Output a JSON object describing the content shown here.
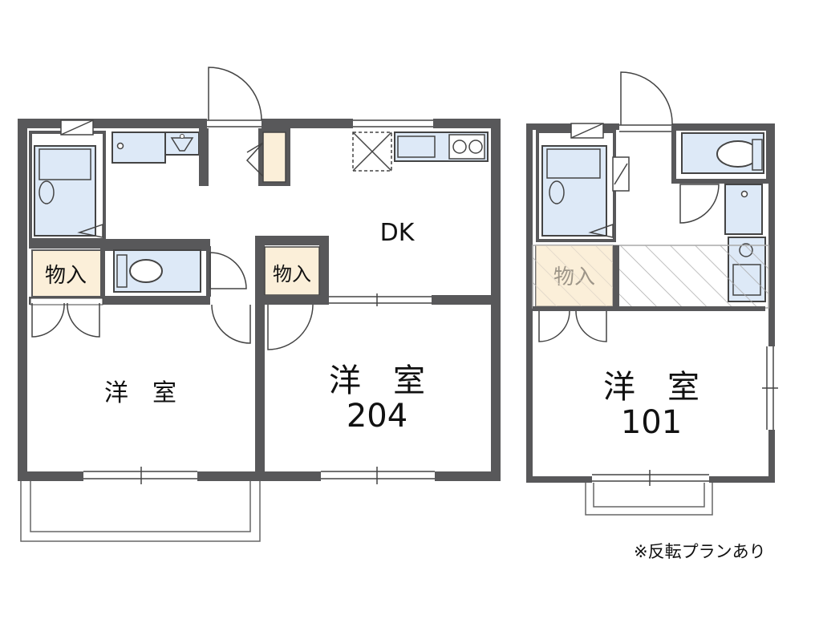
{
  "unit_204": {
    "room_number": "204",
    "dk_label": "DK",
    "bedroom_label_left": "洋　室",
    "bedroom_label_right": "洋　室",
    "storage_left": "物入",
    "storage_right": "物入"
  },
  "unit_101": {
    "room_number": "101",
    "bedroom_label": "洋　室",
    "storage": "物入"
  },
  "note": "※反転プランあり",
  "colors": {
    "wall": "#58585a",
    "fixture_fill": "#dde9f7",
    "storage_fill": "#fbefd9",
    "line": "#444444"
  }
}
